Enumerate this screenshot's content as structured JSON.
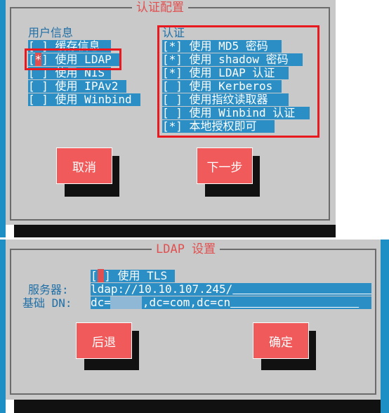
{
  "auth_dialog": {
    "title": "认证配置",
    "user_info": {
      "heading": "用户信息",
      "options": [
        {
          "mark": "[ ]",
          "label": "缓存信息"
        },
        {
          "mark": "[*]",
          "label": "使用 LDAP"
        },
        {
          "mark": "[ ]",
          "label": "使用 NIS"
        },
        {
          "mark": "[ ]",
          "label": "使用 IPAv2"
        },
        {
          "mark": "[ ]",
          "label": "使用 Winbind"
        }
      ]
    },
    "auth": {
      "heading": "认证",
      "options": [
        {
          "mark": "[*]",
          "label": "使用 MD5 密码"
        },
        {
          "mark": "[*]",
          "label": "使用 shadow 密码"
        },
        {
          "mark": "[*]",
          "label": "使用 LDAP 认证"
        },
        {
          "mark": "[ ]",
          "label": "使用 Kerberos"
        },
        {
          "mark": "[ ]",
          "label": "使用指纹读取器"
        },
        {
          "mark": "[ ]",
          "label": "使用 Winbind 认证"
        },
        {
          "mark": "[*]",
          "label": "本地授权即可"
        }
      ]
    },
    "cancel_label": "取消",
    "next_label": "下一步"
  },
  "ldap_dialog": {
    "title": "LDAP 设置",
    "tls_mark": "[ ]",
    "tls_label": "使用 TLS",
    "server_label": "服务器:",
    "server_value": "ldap://10.10.107.245/",
    "basedn_label": "基础 DN:",
    "basedn_prefix": "dc=",
    "basedn_suffix": ",dc=com,dc=cn",
    "back_label": "后退",
    "ok_label": "确定"
  },
  "colors": {
    "panel": "#c9c9c9",
    "highlight": "#2b8fc6",
    "button": "#f05a5a",
    "title": "#e05050",
    "annotation": "#e8191f"
  }
}
